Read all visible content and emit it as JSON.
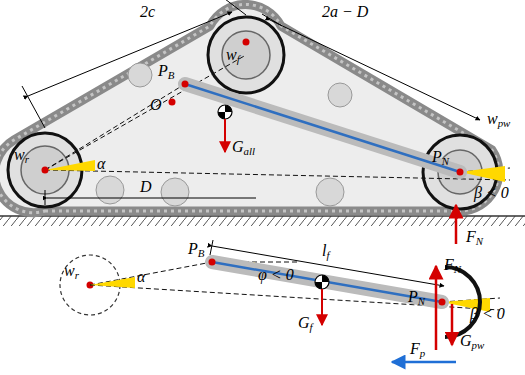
{
  "diagram": {
    "labels": [
      "2c",
      "2a − D",
      "PB",
      "wf",
      "O",
      "wr",
      "α",
      "Gall",
      "D",
      "PN",
      "wpw",
      "β < 0",
      "FN",
      "PB",
      "lf",
      "φ < 0",
      "wr",
      "α",
      "FN",
      "PN",
      "Gf",
      "Gpw",
      "β < 0",
      "Fp"
    ]
  }
}
